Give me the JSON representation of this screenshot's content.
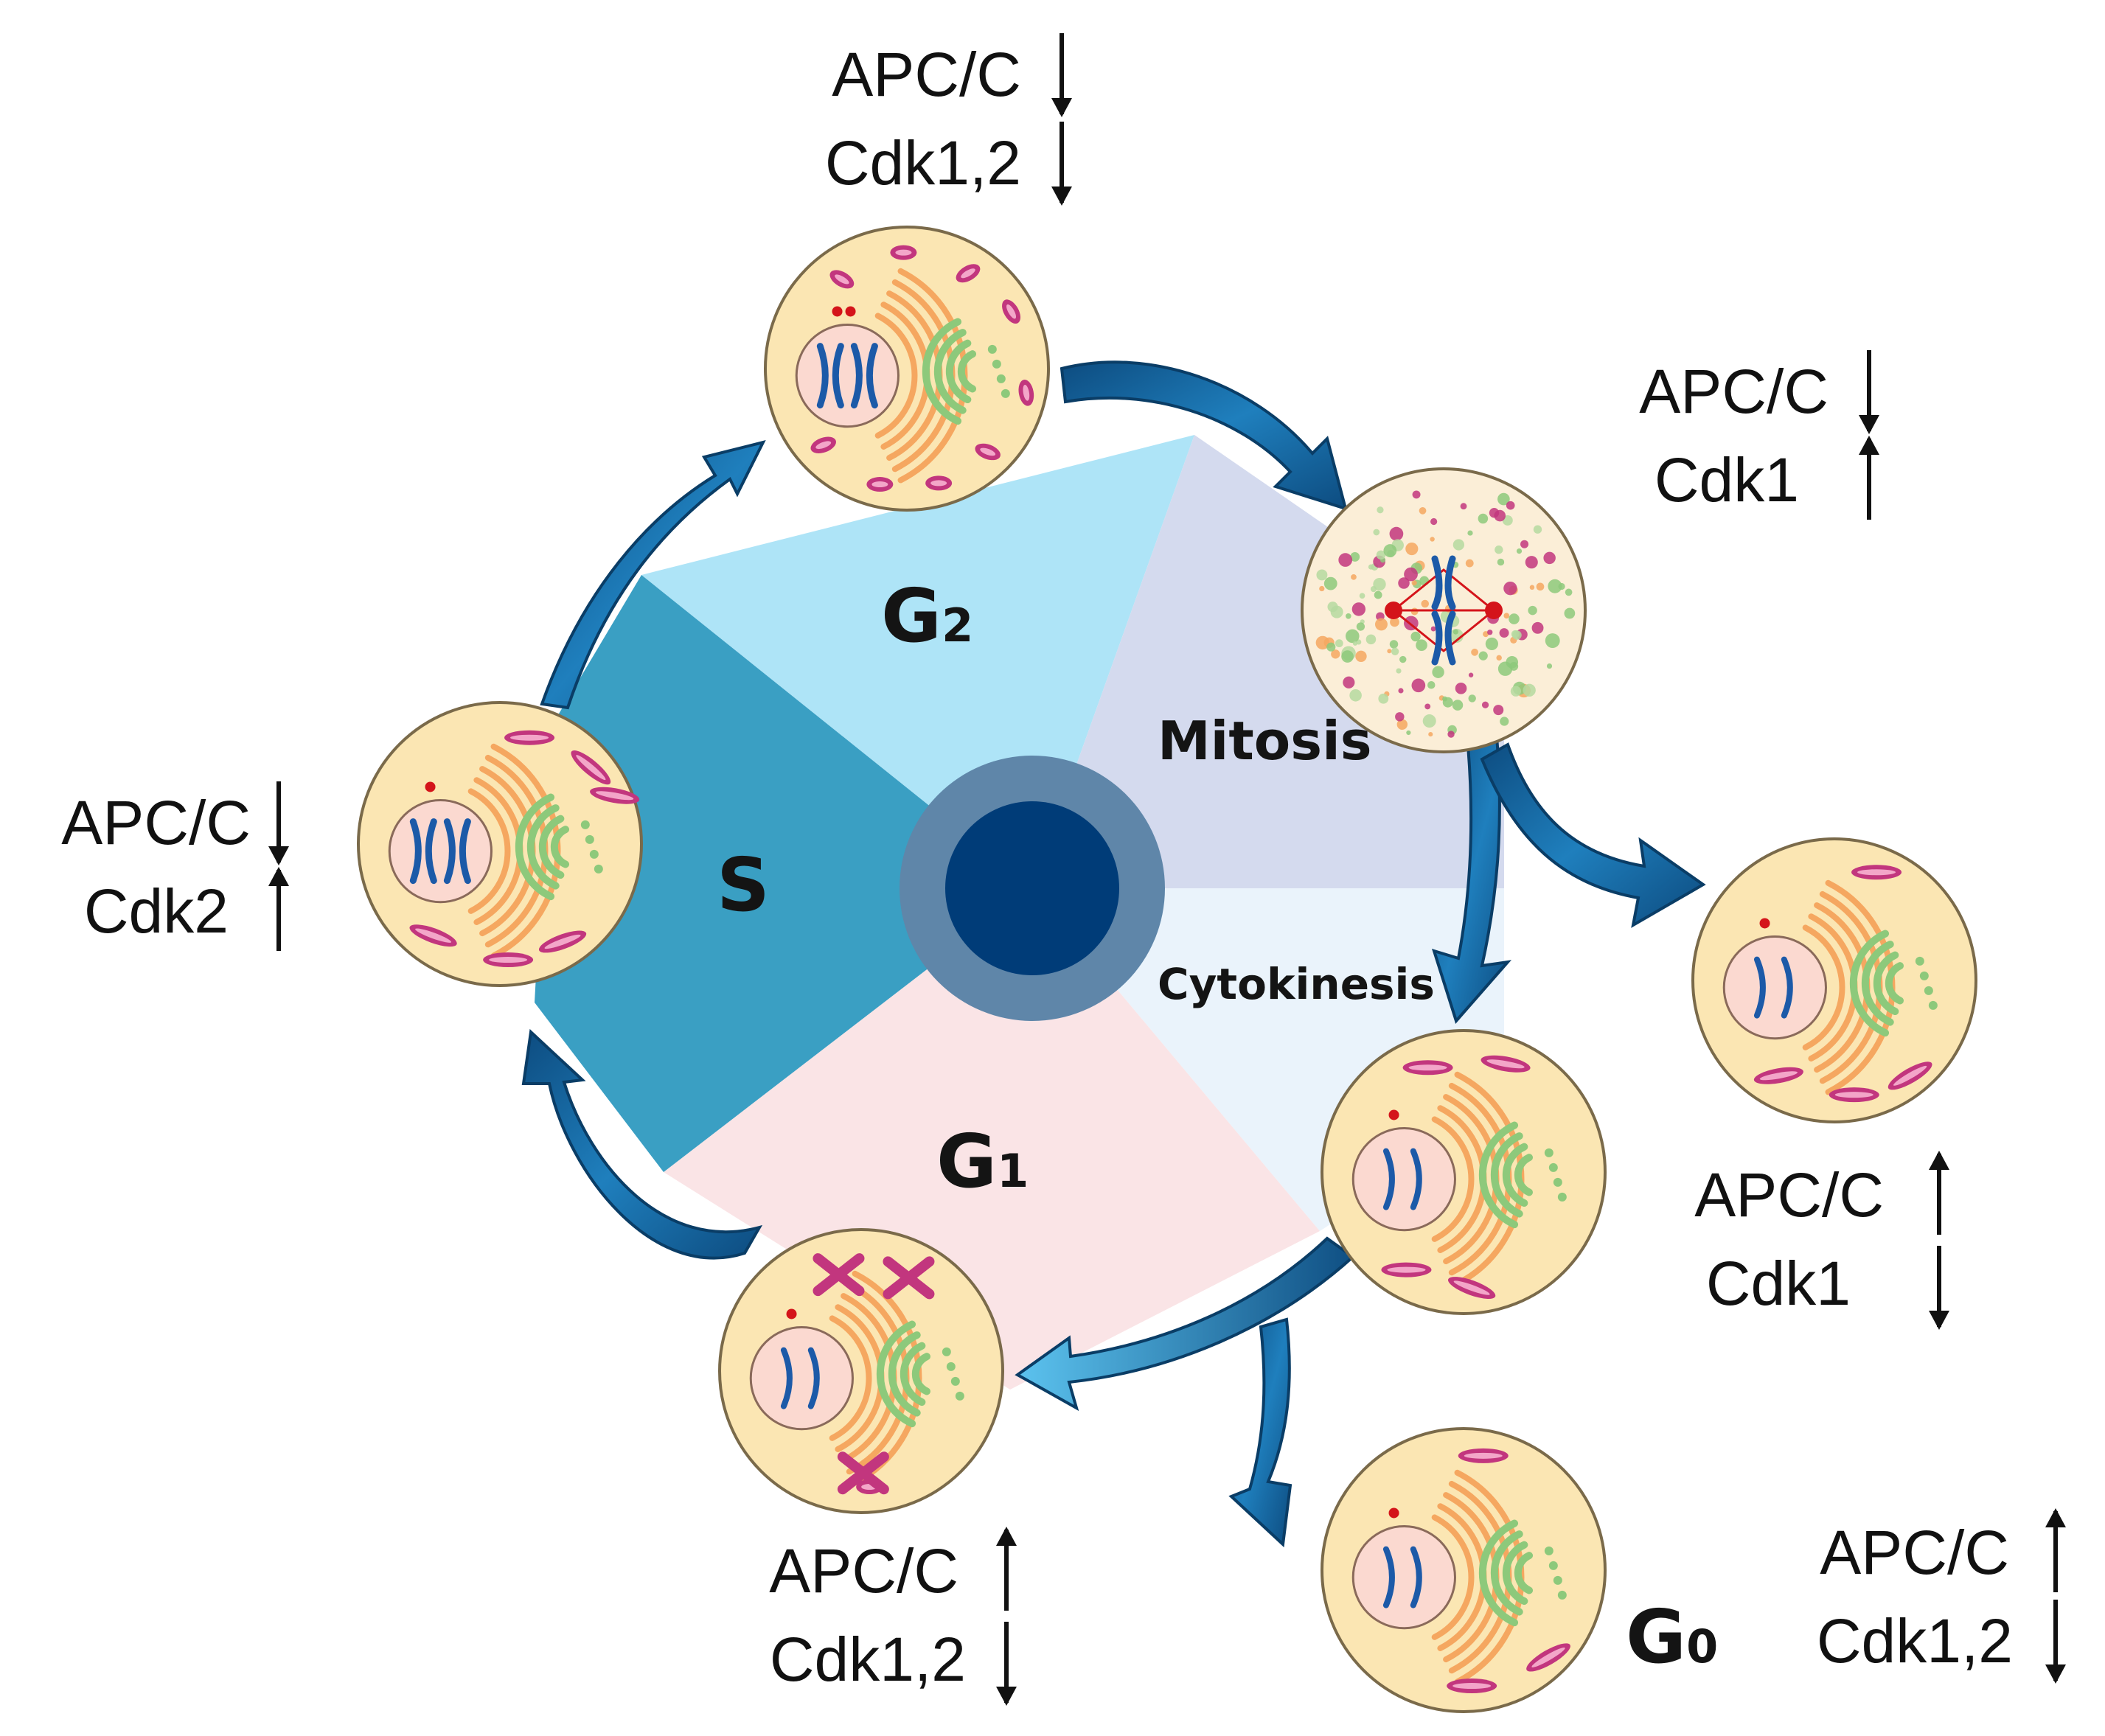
{
  "phases": {
    "g2": "G",
    "g2_sub": "2",
    "mitosis": "Mitosis",
    "s": "S",
    "cytokinesis": "Cytokinesis",
    "g1": "G",
    "g1_sub": "1",
    "g0": "G",
    "g0_sub": "0"
  },
  "regulators": {
    "top": {
      "apc": "APC/C",
      "cdk": "Cdk1,2",
      "apc_dir": "down",
      "cdk_dir": "down"
    },
    "mitosis": {
      "apc": "APC/C",
      "cdk": "Cdk1",
      "apc_dir": "down",
      "cdk_dir": "up"
    },
    "s": {
      "apc": "APC/C",
      "cdk": "Cdk2",
      "apc_dir": "down",
      "cdk_dir": "up"
    },
    "daughter": {
      "apc": "APC/C",
      "cdk": "Cdk1",
      "apc_dir": "up",
      "cdk_dir": "down"
    },
    "g1": {
      "apc": "APC/C",
      "cdk": "Cdk1,2",
      "apc_dir": "up",
      "cdk_dir": "down"
    },
    "g0": {
      "apc": "APC/C",
      "cdk": "Cdk1,2",
      "apc_dir": "up",
      "cdk_dir": "down"
    }
  },
  "colors": {
    "g2": "#aee4f7",
    "mitosis": "#d4daee",
    "cytokinesis": "#eaf3fb",
    "g1": "#fae4e6",
    "s": "#3a9fc3",
    "arrow_dark": "#0c4778",
    "arrow_light": "#2c93d0",
    "hub_outer": "#5f86a9",
    "hub_inner": "#003c78",
    "cell_fill": "#fbe6b3",
    "nucleus_fill": "#fbd9d0",
    "chromosome": "#1c5aa8",
    "er": "#f5a760",
    "golgi": "#8dc97b",
    "mito": "#c2367e"
  }
}
